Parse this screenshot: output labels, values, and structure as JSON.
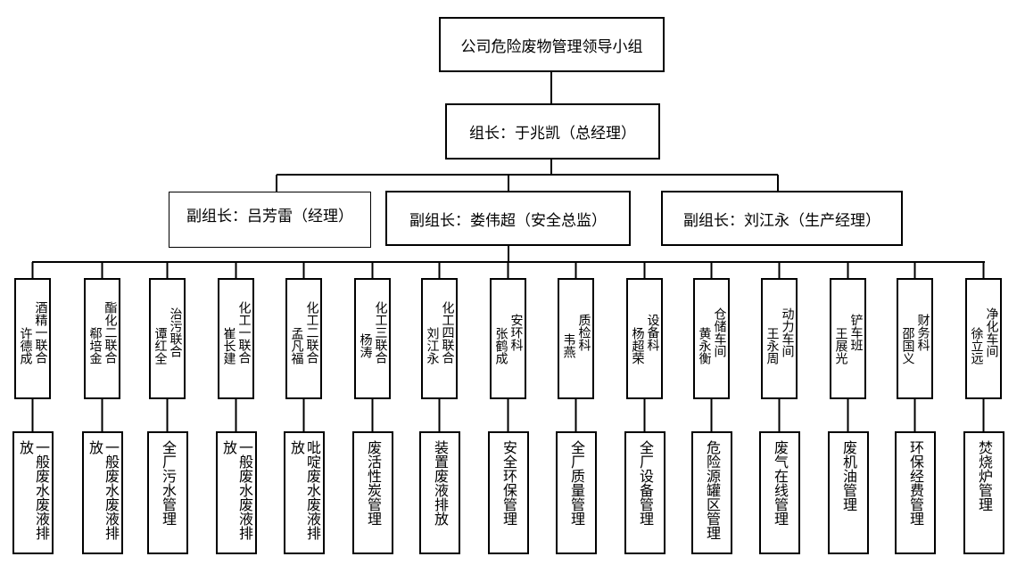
{
  "top": {
    "title": "公司危险废物管理领导小组"
  },
  "leader": {
    "label": "组长：于兆凯（总经理）"
  },
  "deputies": [
    {
      "label": "副组长：吕芳雷（经理）"
    },
    {
      "label": "副组长：娄伟超（安全总监）"
    },
    {
      "label": "副组长：刘江永（生产经理）"
    }
  ],
  "units": [
    {
      "dept": "酒精一联合",
      "person": "许德成",
      "duty": "一般废水废液排放"
    },
    {
      "dept": "酯化二联合",
      "person": "郗培金",
      "duty": "一般废水废液排放"
    },
    {
      "dept": "治污联合",
      "person": "谭红全",
      "duty": "全厂污水管理"
    },
    {
      "dept": "化工一联合",
      "person": "崔长建",
      "duty": "一般废水废液排放"
    },
    {
      "dept": "化工二联合",
      "person": "孟凡福",
      "duty": "吡啶废水废液排放"
    },
    {
      "dept": "化工三联合",
      "person": "杨涛",
      "duty": "废活性炭管理"
    },
    {
      "dept": "化工四联合",
      "person": "刘江永",
      "duty": "装置废液排放"
    },
    {
      "dept": "安环科",
      "person": "张鹤成",
      "duty": "安全环保管理"
    },
    {
      "dept": "质检科",
      "person": "韦燕",
      "duty": "全厂质量管理"
    },
    {
      "dept": "设备科",
      "person": "杨超荣",
      "duty": "全厂设备管理"
    },
    {
      "dept": "仓储车间",
      "person": "黄永衡",
      "duty": "危险源罐区管理"
    },
    {
      "dept": "动力车间",
      "person": "王永周",
      "duty": "废气在线管理"
    },
    {
      "dept": "铲车班",
      "person": "王展光",
      "duty": "废机油管理"
    },
    {
      "dept": "财务科",
      "person": "邵国义",
      "duty": "环保经费管理"
    },
    {
      "dept": "净化车间",
      "person": "徐立远",
      "duty": "焚烧炉管理"
    }
  ]
}
